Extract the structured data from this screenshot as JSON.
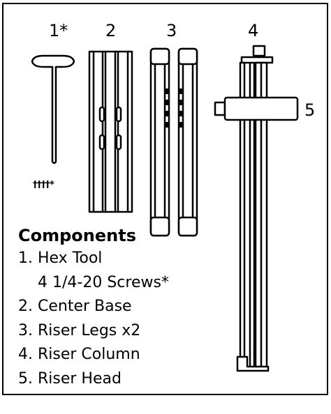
{
  "diagram": {
    "part_labels": {
      "hex_tool": "1*",
      "center_base": "2",
      "riser_legs": "3",
      "riser_column": "4",
      "riser_head": "5"
    },
    "screws_glyph": "††††*",
    "legend": {
      "title": "Components",
      "items": [
        "1. Hex Tool",
        "4 1/4-20 Screws*",
        "2. Center Base",
        "3. Riser Legs x2",
        "4. Riser Column",
        "5. Riser Head"
      ]
    },
    "colors": {
      "ink": "#000000",
      "paper": "#ffffff"
    }
  }
}
